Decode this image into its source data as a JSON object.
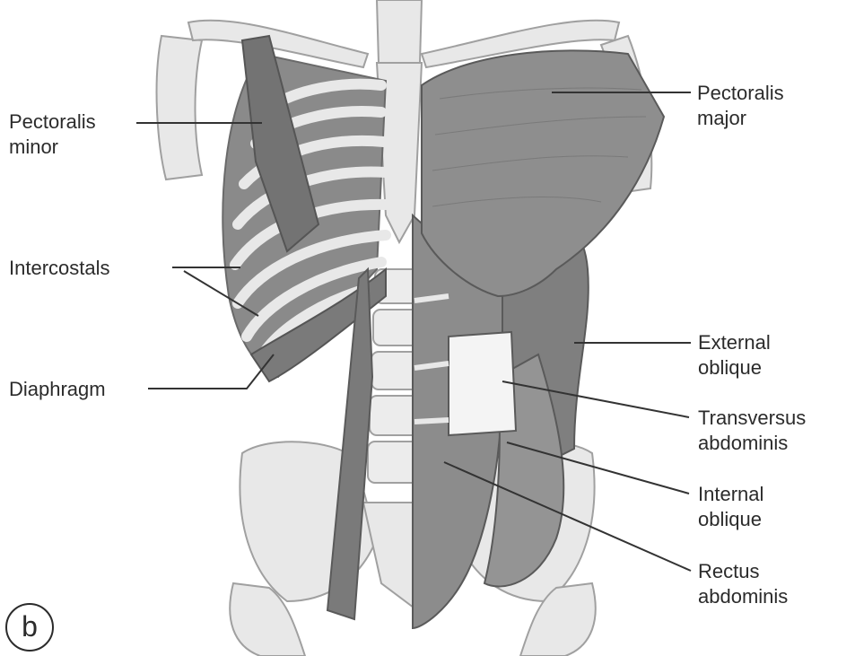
{
  "panel_letter": "b",
  "labels": {
    "pectoralis_minor": [
      "Pectoralis",
      "minor"
    ],
    "pectoralis_major": [
      "Pectoralis",
      "major"
    ],
    "intercostals": [
      "Intercostals"
    ],
    "diaphragm": [
      "Diaphragm"
    ],
    "external_oblique": [
      "External",
      "oblique"
    ],
    "transversus_abdominis": [
      "Transversus",
      "abdominis"
    ],
    "internal_oblique": [
      "Internal",
      "oblique"
    ],
    "rectus_abdominis": [
      "Rectus",
      "abdominis"
    ]
  },
  "colors": {
    "muscle": "#8a8a8a",
    "muscle_dark": "#6f6f6f",
    "bone": "#e6e6e6",
    "bone_outline": "#9a9a9a",
    "leader_line": "#333333"
  }
}
